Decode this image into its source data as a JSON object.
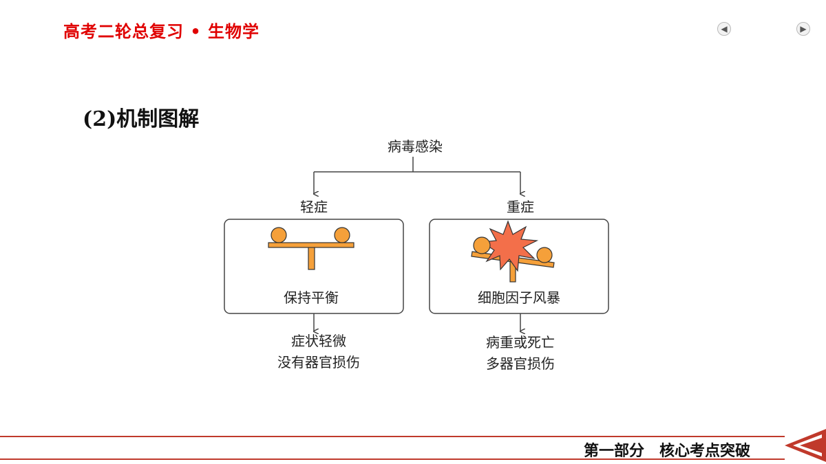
{
  "header": {
    "title": "高考二轮总复习 • 生物学",
    "prev_icon": "prev-arrow-icon",
    "next_icon": "next-arrow-icon"
  },
  "section": {
    "heading": "(2)机制图解"
  },
  "diagram": {
    "root": "病毒感染",
    "mild": {
      "label": "轻症",
      "state": "保持平衡",
      "outcome_line1": "症状轻微",
      "outcome_line2": "没有器官损伤"
    },
    "severe": {
      "label": "重症",
      "state": "细胞因子风暴",
      "outcome_line1": "病重或死亡",
      "outcome_line2": "多器官损伤"
    },
    "colors": {
      "orange": "#f5a03a",
      "burst": "#f36f4a",
      "outline": "#333333",
      "box_border": "#444444"
    }
  },
  "footer": {
    "section_label": "第一部分　核心考点突破",
    "accent_color": "#c0392b"
  }
}
